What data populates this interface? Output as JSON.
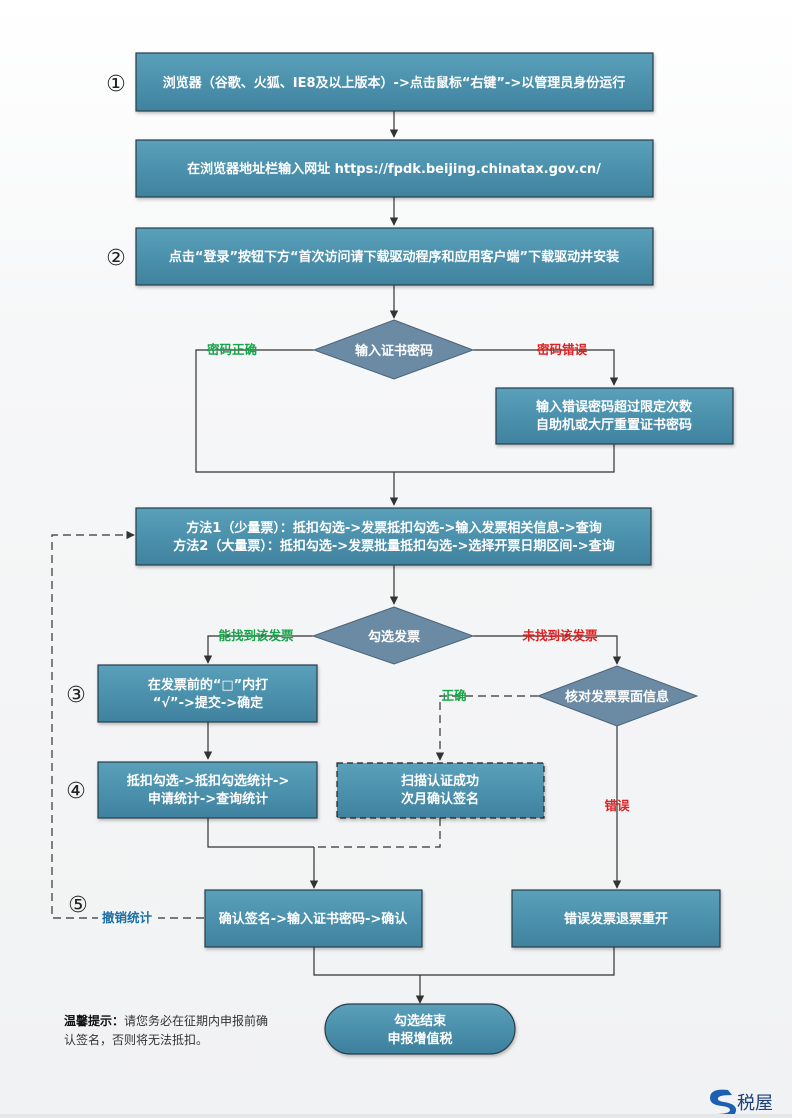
{
  "steps": [
    "①",
    "②",
    "③",
    "④",
    "⑤"
  ],
  "nodes": {
    "open_browser": "浏览器（谷歌、火狐、IE8及以上版本）->点击鼠标“右键”->以管理员身份运行",
    "enter_url": "在浏览器地址栏输入网址 https://fpdk.beijing.chinatax.gov.cn/",
    "install_driver": "点击“登录”按钮下方“首次访问请下载驱动程序和应用客户端”下载驱动并安装",
    "enter_password": "输入证书密码",
    "reset_password": [
      "输入错误密码超过限定次数",
      "自助机或大厅重置证书密码"
    ],
    "query_methods": [
      "方法1（少量票）：抵扣勾选->发票抵扣勾选->输入发票相关信息->查询",
      "方法2（大量票）：抵扣勾选->发票批量抵扣勾选->选择开票日期区间->查询"
    ],
    "select_invoice": "勾选发票",
    "tick_submit": [
      "在发票前的“□”内打",
      "“√”->提交->确定"
    ],
    "check_invoice": "核对发票票面信息",
    "statistics": [
      "抵扣勾选->抵扣勾选统计->",
      "申请统计->查询统计"
    ],
    "scan_auth": [
      "扫描认证成功",
      "次月确认签名"
    ],
    "confirm_sign": "确认签名->输入证书密码->确认",
    "reissue": "错误发票退票重开",
    "end": [
      "勾选结束",
      "申报增值税"
    ]
  },
  "edge_labels": {
    "pwd_ok": "密码正确",
    "pwd_wrong": "密码错误",
    "found": "能找到该发票",
    "not_found": "未找到该发票",
    "correct": "正确",
    "error": "错误",
    "cancel_stats": "撤销统计"
  },
  "note": {
    "title": "温馨提示：",
    "line1": "请您务必在征期内申报前确",
    "line2": "认签名，否则将无法抵扣。"
  },
  "brand": {
    "logo_icon": "S",
    "name": "税屋"
  },
  "colors": {
    "box": "#4a90ab",
    "diamond": "#6b8aa3",
    "label_green": "#1aa34a",
    "label_red": "#e02020",
    "label_blue": "#1c6ea4"
  }
}
